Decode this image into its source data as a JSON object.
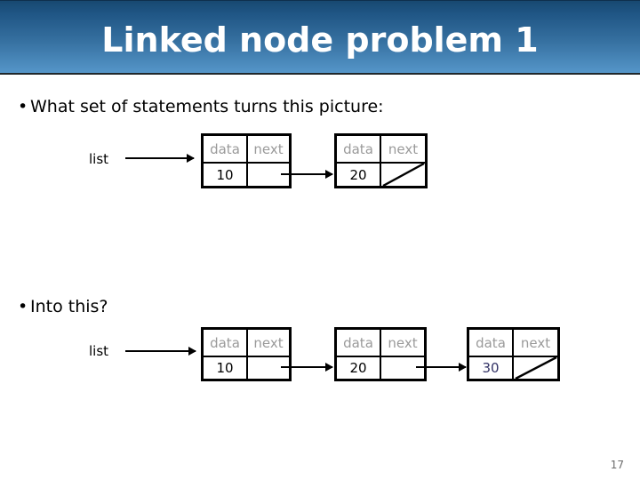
{
  "slide": {
    "title": "Linked node problem 1",
    "number": "17",
    "banner_color_top": "#17486f",
    "banner_color_bottom": "#5596c9"
  },
  "bullets": [
    {
      "marker": "•",
      "text": "What set of statements turns this picture:"
    },
    {
      "marker": "•",
      "text": "Into this?"
    }
  ],
  "node_headers": {
    "data": "data",
    "next": "next"
  },
  "diagrams": [
    {
      "id": "before",
      "pointer_label": "list",
      "nodes": [
        {
          "data_header": "data",
          "next_header": "next",
          "value": "10",
          "value_color": "#000000",
          "next_is_null": false
        },
        {
          "data_header": "data",
          "next_header": "next",
          "value": "20",
          "value_color": "#000000",
          "next_is_null": true
        }
      ]
    },
    {
      "id": "after",
      "pointer_label": "list",
      "nodes": [
        {
          "data_header": "data",
          "next_header": "next",
          "value": "10",
          "value_color": "#000000",
          "next_is_null": false
        },
        {
          "data_header": "data",
          "next_header": "next",
          "value": "20",
          "value_color": "#000000",
          "next_is_null": false
        },
        {
          "data_header": "data",
          "next_header": "next",
          "value": "30",
          "value_color": "#333366",
          "next_is_null": true
        }
      ]
    }
  ]
}
